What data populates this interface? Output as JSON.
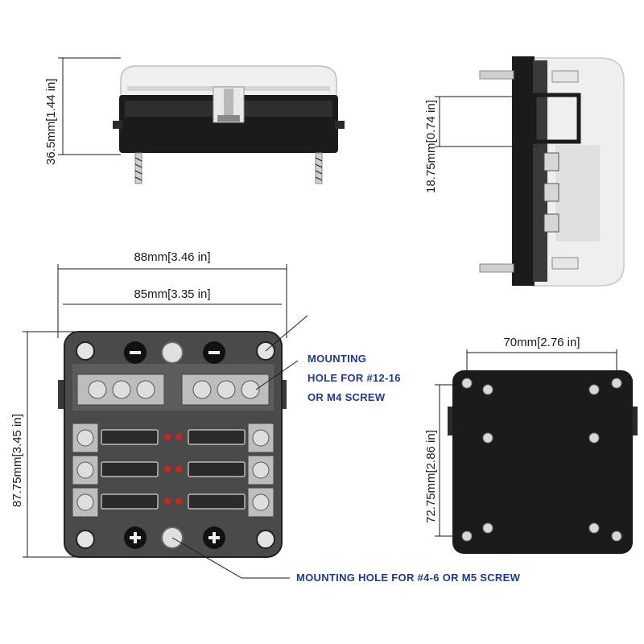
{
  "dimensions": {
    "front_height": "36.5mm[1.44 in]",
    "side_depth": "18.75mm[0.74 in]",
    "overall_width": "88mm[3.46 in]",
    "hole_spacing_width": "85mm[3.35 in]",
    "overall_height": "87.75mm[3.45 in]",
    "back_width": "70mm[2.76 in]",
    "back_height": "72.75mm[2.86 in]"
  },
  "notes": {
    "mounting_small_line1": "MOUNTING",
    "mounting_small_line2": "HOLE FOR #12-16",
    "mounting_small_line3": "OR M4 SCREW",
    "mounting_large": "MOUNTING HOLE FOR #4-6 OR M5 SCREW"
  },
  "colors": {
    "body_black": "#1b1b1b",
    "cover_clear": "#e6e6e6",
    "label_blue": "#1f3a8a",
    "led_red": "#d61f1f"
  },
  "icons": [
    "minus-terminal-icon",
    "plus-terminal-icon",
    "screw-icon",
    "fuse-icon",
    "led-indicator-icon"
  ]
}
